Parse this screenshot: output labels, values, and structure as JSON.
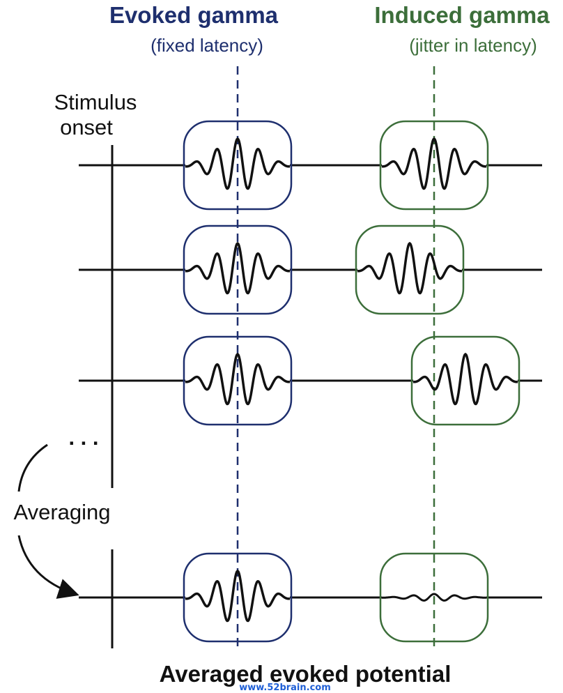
{
  "evoked": {
    "title": "Evoked gamma",
    "subtitle": "(fixed latency)",
    "color": "#1e2f6e"
  },
  "induced": {
    "title": "Induced gamma",
    "subtitle": "(jitter in latency)",
    "color": "#3c6e3a"
  },
  "labels": {
    "stimulus_line1": "Stimulus",
    "stimulus_line2": "onset",
    "ellipsis": ". . .",
    "averaging": "Averaging",
    "bottom": "Averaged evoked potential",
    "watermark": "www.52brain.com"
  },
  "trials": [
    {
      "trial": 1,
      "induced_shift": 0
    },
    {
      "trial": 2,
      "induced_shift": -1
    },
    {
      "trial": 3,
      "induced_shift": 1
    },
    {
      "trial": "average",
      "induced_amplitude": "near zero"
    }
  ]
}
